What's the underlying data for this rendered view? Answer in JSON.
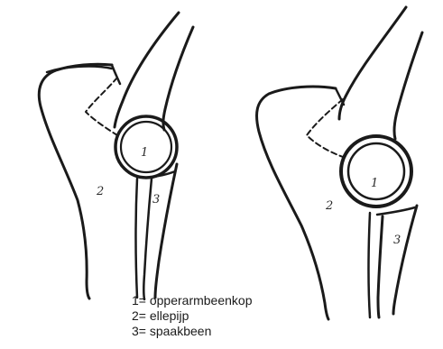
{
  "figure": {
    "stroke_color": "#1a1a1a",
    "left_drawing": {
      "labels": [
        {
          "id": "humeral-head",
          "text": "1"
        },
        {
          "id": "ulna",
          "text": "2"
        },
        {
          "id": "radius",
          "text": "3"
        }
      ]
    },
    "right_drawing": {
      "labels": [
        {
          "id": "humeral-head",
          "text": "1"
        },
        {
          "id": "ulna",
          "text": "2"
        },
        {
          "id": "radius",
          "text": "3"
        }
      ]
    }
  },
  "legend": {
    "items": [
      {
        "text": "1= opperarmbeenkop"
      },
      {
        "text": "2= ellepijp"
      },
      {
        "text": "3= spaakbeen"
      }
    ]
  }
}
